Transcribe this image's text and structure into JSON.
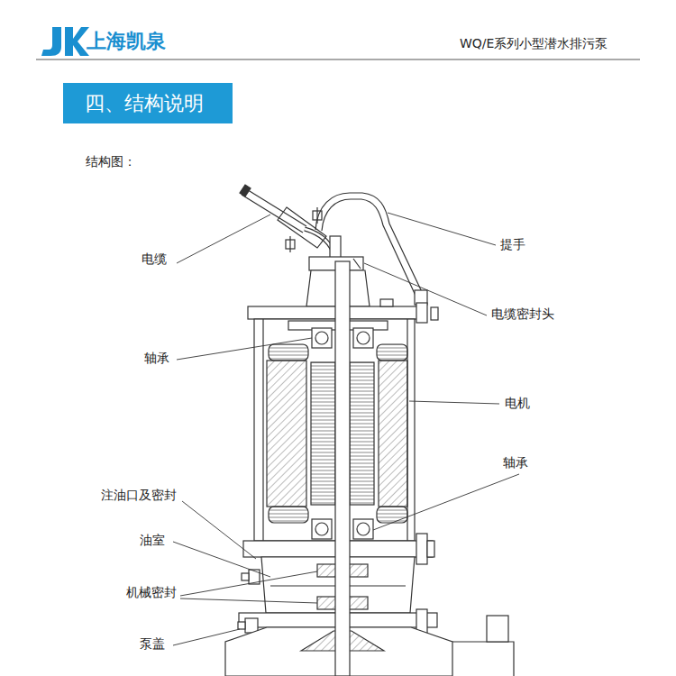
{
  "diagram": {
    "title": "四、结构说明",
    "labels": [
      "上海凯泉",
      "WQ/E系列小型潜水排污泵",
      "结构图：",
      "电缆",
      "提手",
      "电缆密封头",
      "轴承",
      "电机",
      "轴承",
      "注油口及密封",
      "油室",
      "机械密封",
      "泵盖"
    ]
  }
}
